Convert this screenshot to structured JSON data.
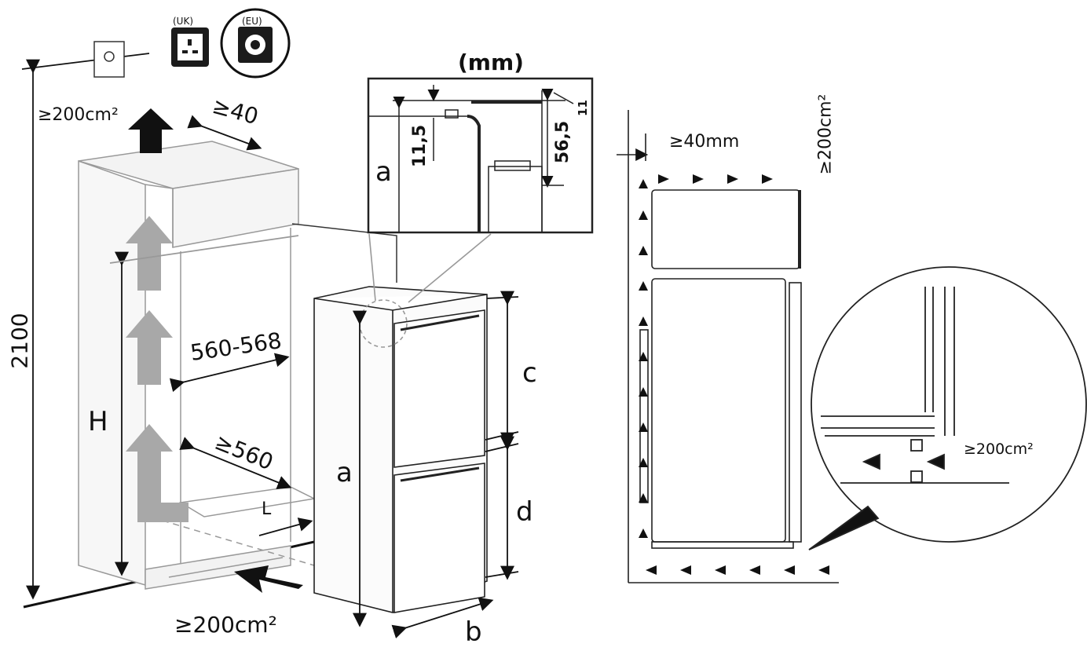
{
  "labels": {
    "socket_uk": "(UK)",
    "socket_eu": "(EU)",
    "top_vent_area": "≥200cm²",
    "top_gap": "≥40",
    "total_height": "2100",
    "niche_height": "H",
    "niche_width": "560-568",
    "niche_depth": "≥560",
    "side_gap": "L",
    "bottom_vent_area": "≥200cm²",
    "detail_unit": "(mm)",
    "detail_a": "a",
    "detail_11_5": "11,5",
    "detail_56_5": "56,5",
    "detail_11": "11",
    "appliance_a": "a",
    "appliance_b": "b",
    "appliance_c": "c",
    "appliance_d": "d",
    "side_top_gap": "≥40mm",
    "side_top_vent": "≥200cm²",
    "side_bottom_vent": "≥200cm²"
  }
}
